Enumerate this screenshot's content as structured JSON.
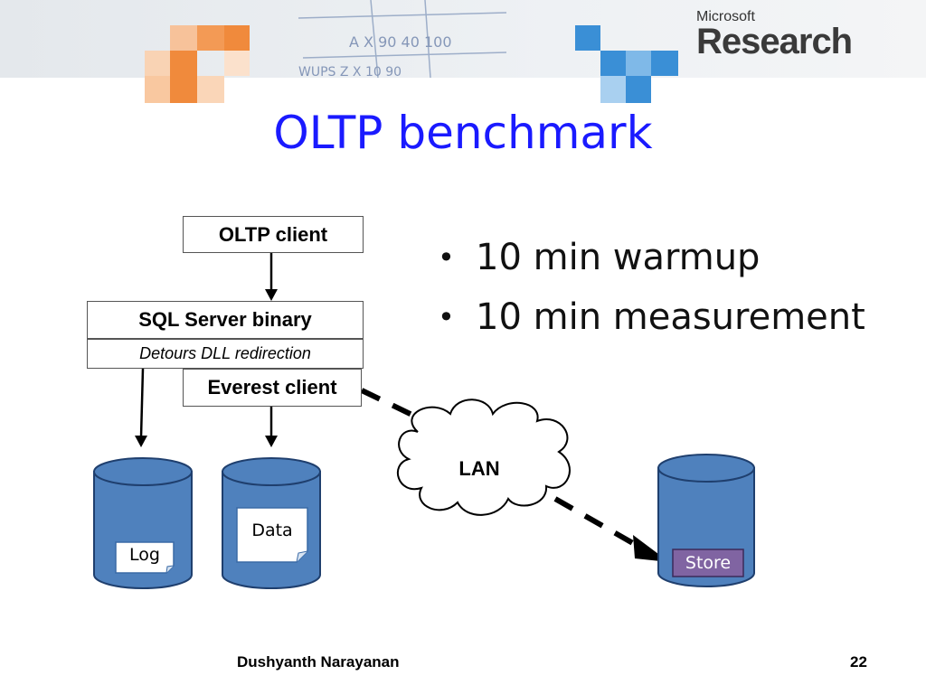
{
  "slide": {
    "title": "OLTP benchmark",
    "logo": {
      "brand": "Microsoft",
      "product": "Research"
    },
    "bullets": [
      "10 min warmup",
      "10 min measurement"
    ],
    "footer": {
      "author": "Dushyanth Narayanan",
      "page": "22"
    }
  },
  "diagram": {
    "oltp_client": "OLTP client",
    "sql_server": "SQL Server binary",
    "detours": "Detours DLL redirection",
    "everest_client": "Everest client",
    "lan": "LAN",
    "log": "Log",
    "data": "Data",
    "store": "Store"
  },
  "colors": {
    "title": "#1a1aff",
    "cylinder": "#4f81bd",
    "store_label": "#8064a2"
  }
}
